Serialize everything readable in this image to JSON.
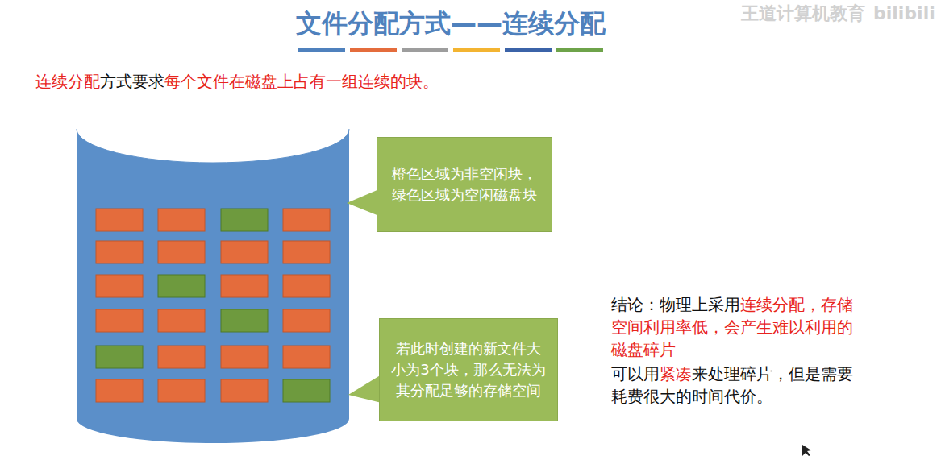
{
  "diagram": {
    "title": "文件分配方式——连续分配",
    "nodes": [
      {
        "text": [
          "橙色区域为非空闲块，绿色区域为空闲磁盘块"
        ]
      },
      {
        "text": [
          "若此时创建的新文件大小为3个块，那么无法为其分配足够的存储空间"
        ]
      }
    ],
    "labels": [
      "王道计算机教育",
      "bilibili",
      "连续分配",
      "方式要求",
      "每个文件在磁盘上占有一组连续的块。",
      "结论：物理上采用",
      "连续分配，存储空间利用率低，会产生难以利用的磁盘碎片",
      "可以用",
      "紧凑",
      "来处理碎片，但是需要耗费很大的时间代价。"
    ]
  }
}
